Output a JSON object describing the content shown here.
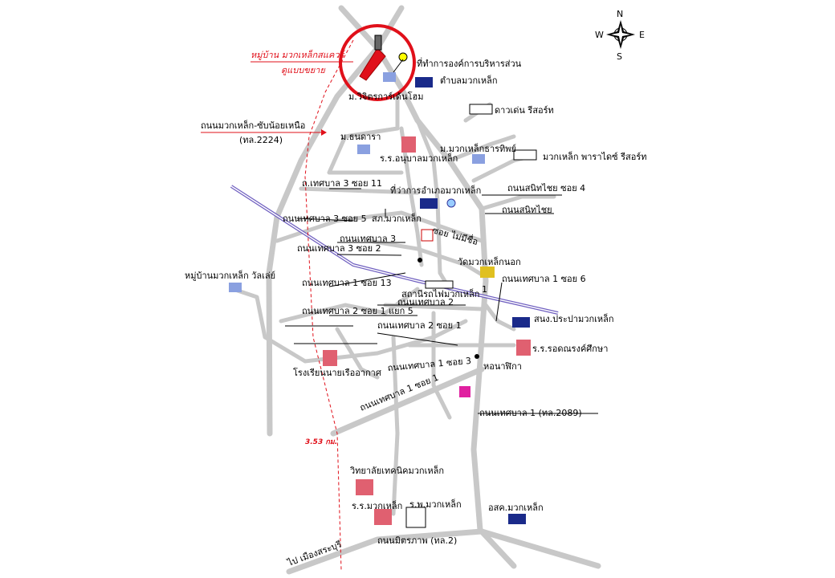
{
  "map": {
    "title_callout": {
      "line1": "หมู่บ้าน มวกเหล็กสแควร์",
      "line2": "ดูแบบขยาย"
    },
    "compass": {
      "n": "N",
      "s": "S",
      "e": "E",
      "w": "W"
    },
    "distance_label": "3.53 กม.",
    "colors": {
      "road": "#c8c8c8",
      "railway": "#7060c0",
      "highlight": "#e0101a"
    },
    "labels": {
      "obt1": "ที่ทำการองค์การบริหารส่วน",
      "obt2": "ตำบลมวกเหล็ก",
      "wijit": "ม.วิจิตรการ์เด้นโฮม",
      "daoden": "ดาวเด่น รีสอร์ท",
      "road2224a": "ถนนมวกเหล็ก-ซับน้อยเหนือ",
      "road2224b": "(ทล.2224)",
      "thanadara": "ม.ธนดารา",
      "anuban": "ร.ร.อนุบาลมวกเหล็ก",
      "thanthip": "ม.มวกเหล็กธารทิพย์",
      "paradise": "มวกเหล็ก พาราไดซ์ รีสอร์ท",
      "t3s11": "ถ.เทศบาล 3 ซอย 11",
      "amphoe": "ที่ว่าการอำเภอมวกเหล็ก",
      "sanit4": "ถนนสนิทไชย ซอย 4",
      "sanit": "ถนนสนิทไชย",
      "t3s5": "ถนนเทศบาล 3 ซอย 5",
      "police": "สภ.มวกเหล็ก",
      "noname": "ซอย ไม่มีชื่อ",
      "t3": "ถนนเทศบาล 3",
      "t3s2": "ถนนเทศบาล 3 ซอย 2",
      "watnok": "วัดมวกเหล็กนอก",
      "valley": "หมู่บ้านมวกเหล็ก วัลเล่ย์",
      "t1s13": "ถนนเทศบาล 1 ซอย 13",
      "station": "สถานีรถไฟมวกเหล็ก",
      "t1s6": "ถนนเทศบาล 1 ซอย 6",
      "t2": "ถนนเทศบาล 2",
      "t2s1y5": "ถนนเทศบาล 2 ซอย 1 แยก 5",
      "t2s1": "ถนนเทศบาล 2 ซอย 1",
      "sanong": "สนง.ประปามวกเหล็ก",
      "rodnarong": "ร.ร.รอดณรงค์ศึกษา",
      "airforce": "โรงเรียนนายเรืออากาศ",
      "t1s3": "ถนนเทศบาล 1 ซอย 3",
      "clock": "หอนาฬิกา",
      "t1s1": "ถนนเทศบาล 1 ซอย 1",
      "t1": "ถนนเทศบาล 1 (ทล.2089)",
      "college": "วิทยาลัยเทคนิคมวกเหล็ก",
      "school": "ร.ร.มวกเหล็ก",
      "hospital": "ร.พ.มวกเหล็ก",
      "osk": "อสค.มวกเหล็ก",
      "mittraphap": "ถนนมิตรภาพ (ทล.2)",
      "saraburi": "ไป เมืองสระบุรี",
      "rail_km": "1"
    }
  }
}
